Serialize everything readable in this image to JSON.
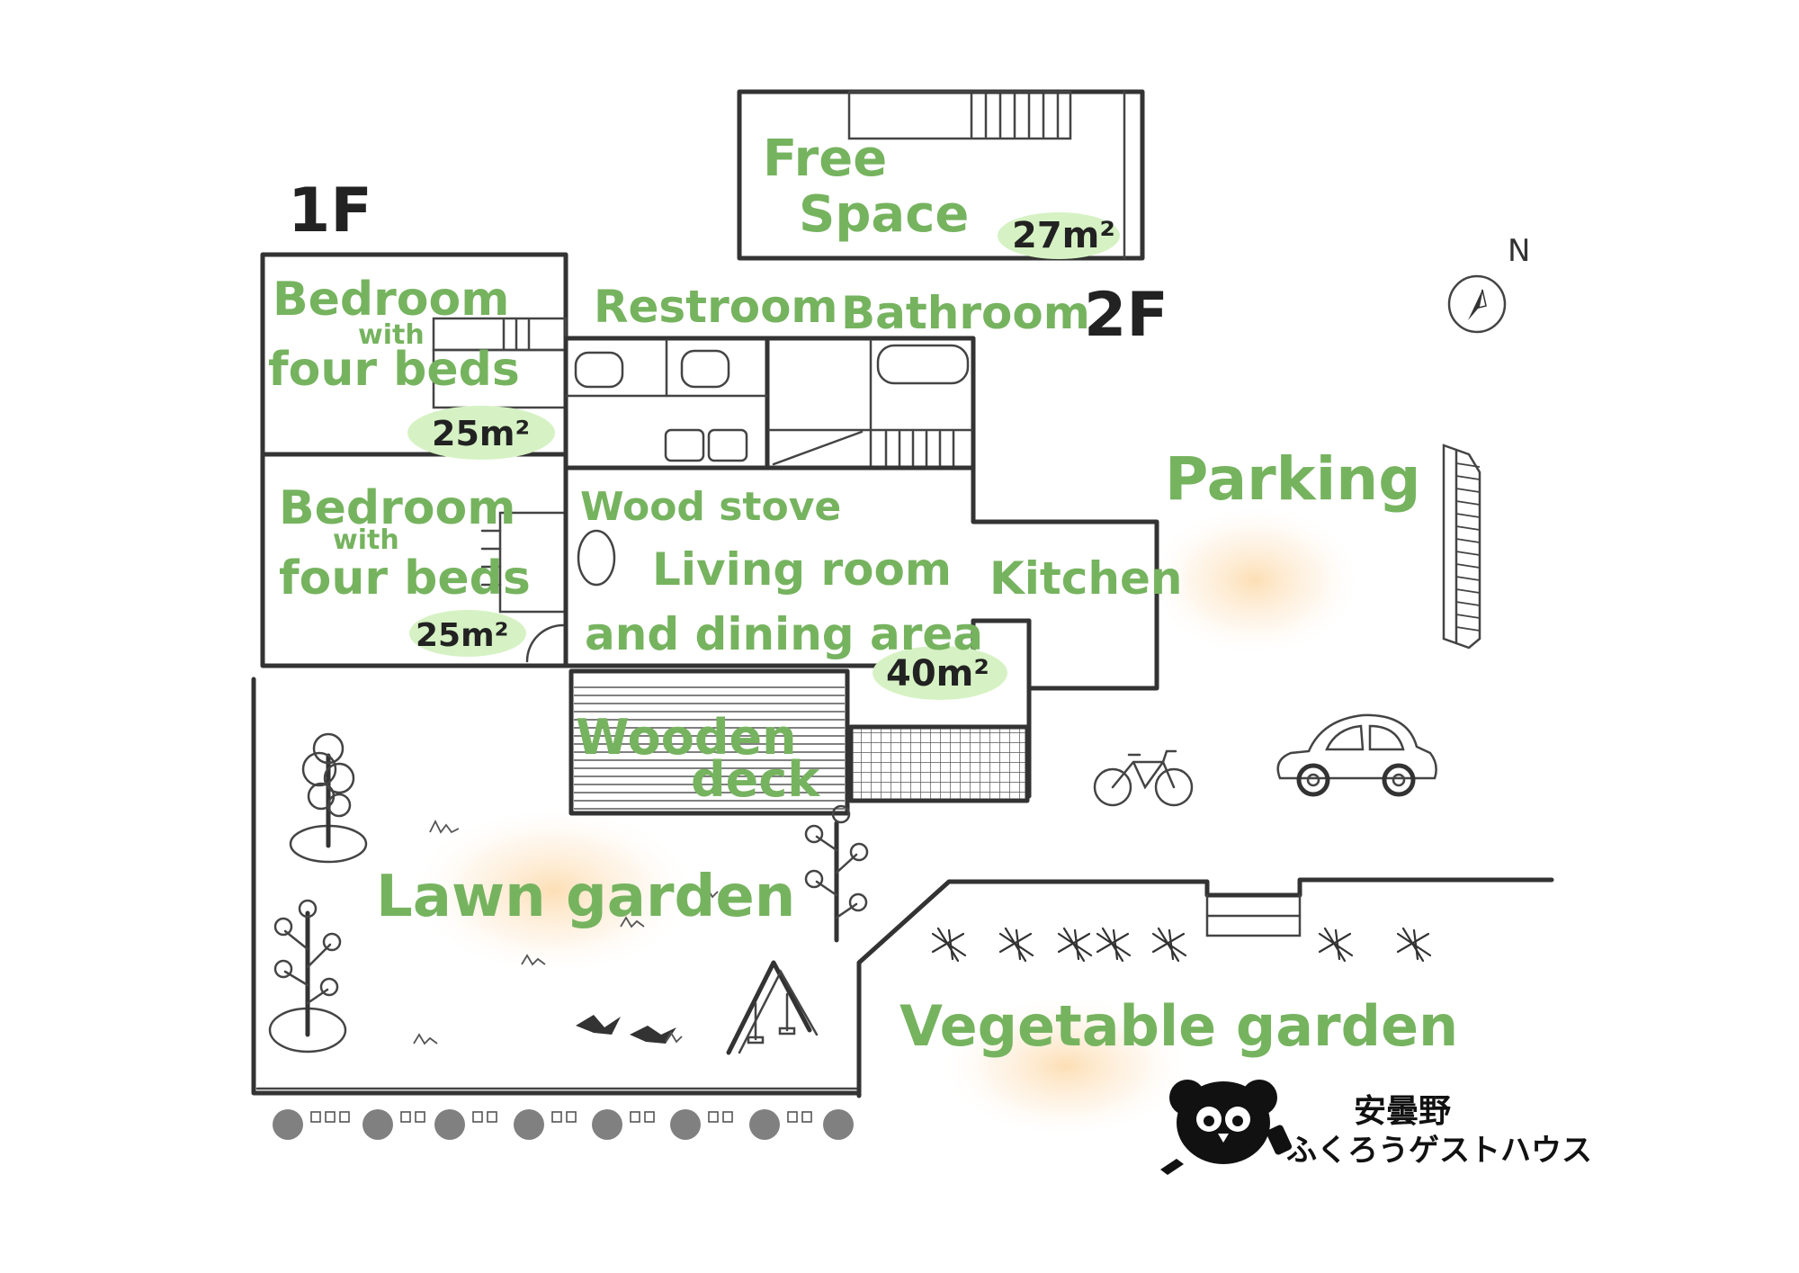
{
  "floor_labels": {
    "first": "1F",
    "second": "2F"
  },
  "rooms": {
    "free_space": {
      "line1": "Free",
      "line2": "Space",
      "area": "27m²"
    },
    "bedroom_1": {
      "line1": "Bedroom",
      "line2": "with",
      "line3": "four beds",
      "area": "25m²"
    },
    "bedroom_2": {
      "line1": "Bedroom",
      "line2": "with",
      "line3": "four beds",
      "area": "25m²"
    },
    "restroom": "Restroom",
    "bathroom": "Bathroom",
    "wood_stove": "Wood stove",
    "living": {
      "line1": "Living room",
      "line2": "and dining area",
      "area": "40m²"
    },
    "kitchen": "Kitchen",
    "wooden_deck": {
      "line1": "Wooden",
      "line2": "deck"
    }
  },
  "outdoor": {
    "parking": "Parking",
    "lawn_garden": "Lawn garden",
    "vegetable_garden": "Vegetable garden"
  },
  "compass": {
    "north": "N"
  },
  "logo": {
    "line1": "安曇野",
    "line2": "ふくろうゲストハウス"
  },
  "colors": {
    "label_green": "#76b35f",
    "area_highlight": "#d6f2c4",
    "glow": "#fcd9a8",
    "line": "#333333"
  }
}
